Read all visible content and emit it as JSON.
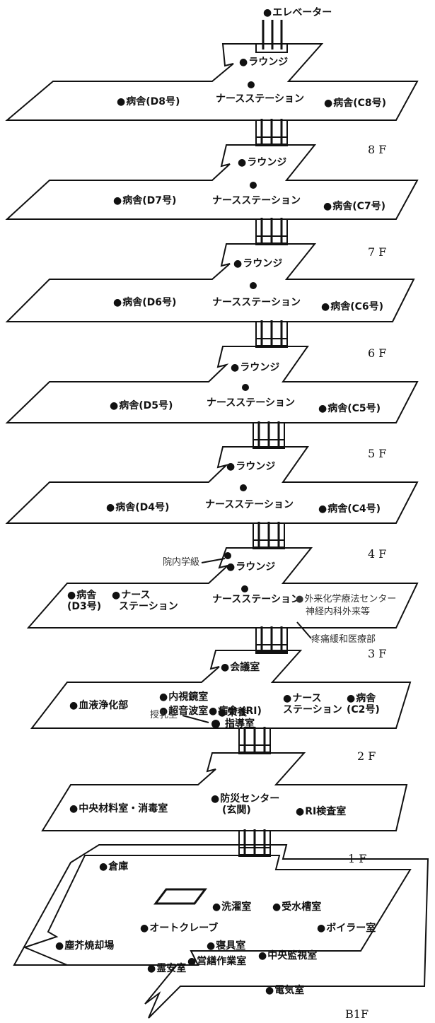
{
  "elevator": "エレベーター",
  "floors": {
    "f8": {
      "label": "8 F",
      "lounge": "ラウンジ",
      "nurse": "ナースステーション",
      "left": "病舎(D8号)",
      "right": "病舎(C8号)"
    },
    "f7": {
      "label": "7 F",
      "lounge": "ラウンジ",
      "nurse": "ナースステーション",
      "left": "病舎(D7号)",
      "right": "病舎(C7号)"
    },
    "f6": {
      "label": "6 F",
      "lounge": "ラウンジ",
      "nurse": "ナースステーション",
      "left": "病舎(D6号)",
      "right": "病舎(C6号)"
    },
    "f5": {
      "label": "5 F",
      "lounge": "ラウンジ",
      "nurse": "ナースステーション",
      "left": "病舎(D5号)",
      "right": "病舎(C5号)"
    },
    "f4": {
      "label": "4 F",
      "lounge": "ラウンジ",
      "nurse": "ナースステーション",
      "left": "病舎(D4号)",
      "right": "病舎(C4号)"
    },
    "f3": {
      "label": "3 F",
      "school": "院内学級",
      "lounge": "ラウンジ",
      "nurse": "ナースステーション",
      "ward": "病舎",
      "ward2": "(D3号)",
      "nurse2a": "ナース",
      "nurse2b": "ステーション",
      "chemo": "外来化学療法センター",
      "neuro": "神経内科外来等",
      "palliative": "疼痛緩和医療部"
    },
    "f2": {
      "label": "2 F",
      "meeting": "会議室",
      "dialysis": "血液浄化部",
      "endoscopy": "内視鏡室",
      "ultrasound": "超音波室",
      "ri_ward": "病舎 (RI)",
      "nurse_a": "ナース",
      "nurse_b": "ステーション",
      "c2_a": "病舎",
      "c2_b": "(C2号)"
    },
    "f1": {
      "label": "1 F",
      "nursing_room": "授乳室",
      "nutrition_a": "栄養",
      "nutrition_b": "指導室",
      "sterile": "中央材料室・消毒室",
      "disaster_a": "防災センター",
      "disaster_b": "(玄関)",
      "ri_lab": "RI検査室"
    },
    "b1": {
      "label": "B1F",
      "storage": "倉庫",
      "laundry": "洗濯室",
      "water": "受水槽室",
      "autoclave": "オートクレーブ",
      "boiler": "ボイラー室",
      "incinerator": "塵芥焼却場",
      "bedding": "寝具室",
      "maintenance": "営繕作業室",
      "monitor": "中央監視室",
      "morgue": "霊安室",
      "electric": "電気室"
    }
  }
}
